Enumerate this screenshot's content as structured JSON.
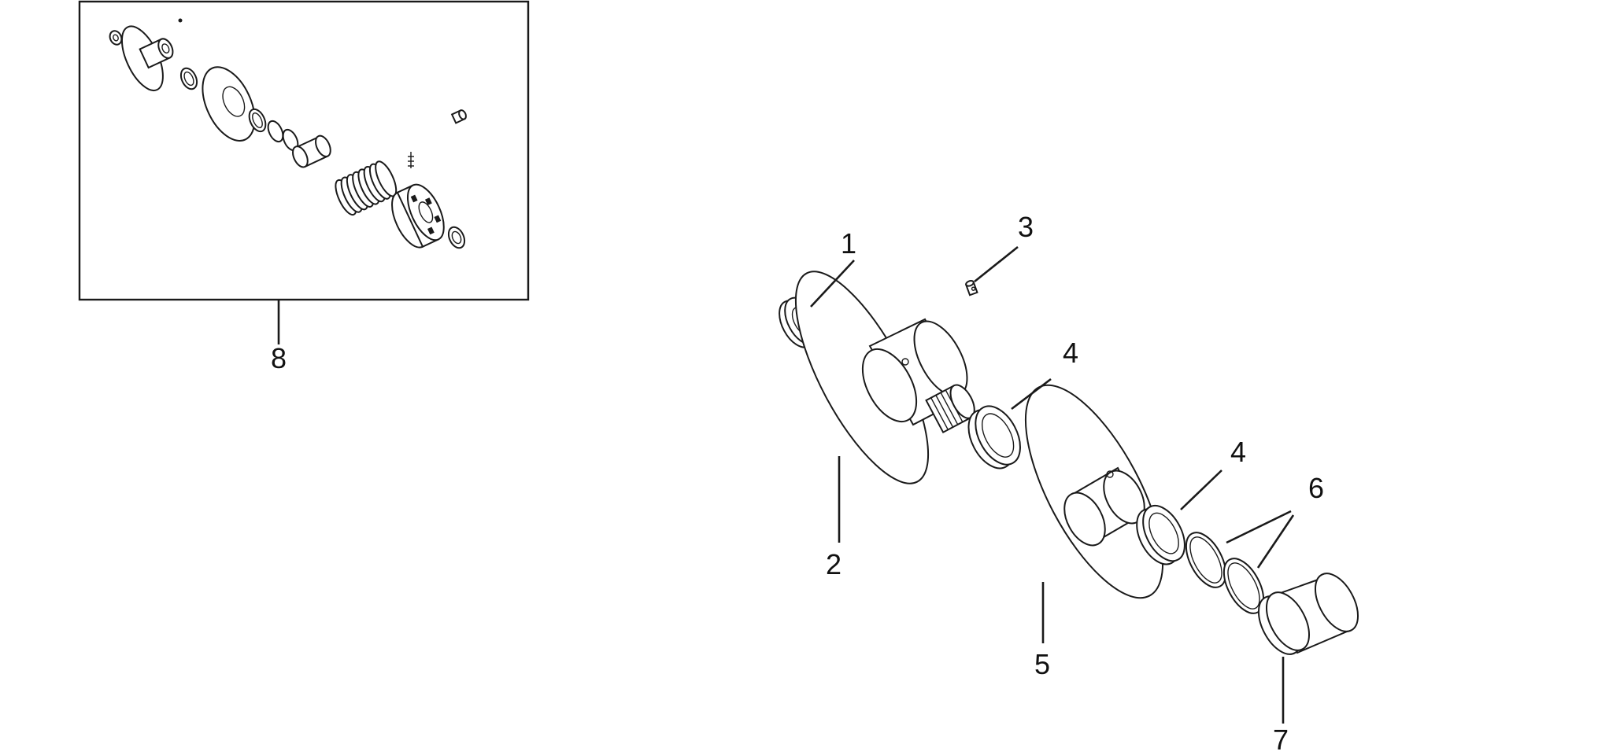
{
  "diagram": {
    "callouts": [
      {
        "id": "1",
        "label": "1"
      },
      {
        "id": "2",
        "label": "2"
      },
      {
        "id": "3",
        "label": "3"
      },
      {
        "id": "4a",
        "label": "4"
      },
      {
        "id": "4b",
        "label": "4"
      },
      {
        "id": "5",
        "label": "5"
      },
      {
        "id": "6",
        "label": "6"
      },
      {
        "id": "7",
        "label": "7"
      },
      {
        "id": "8",
        "label": "8"
      }
    ]
  }
}
